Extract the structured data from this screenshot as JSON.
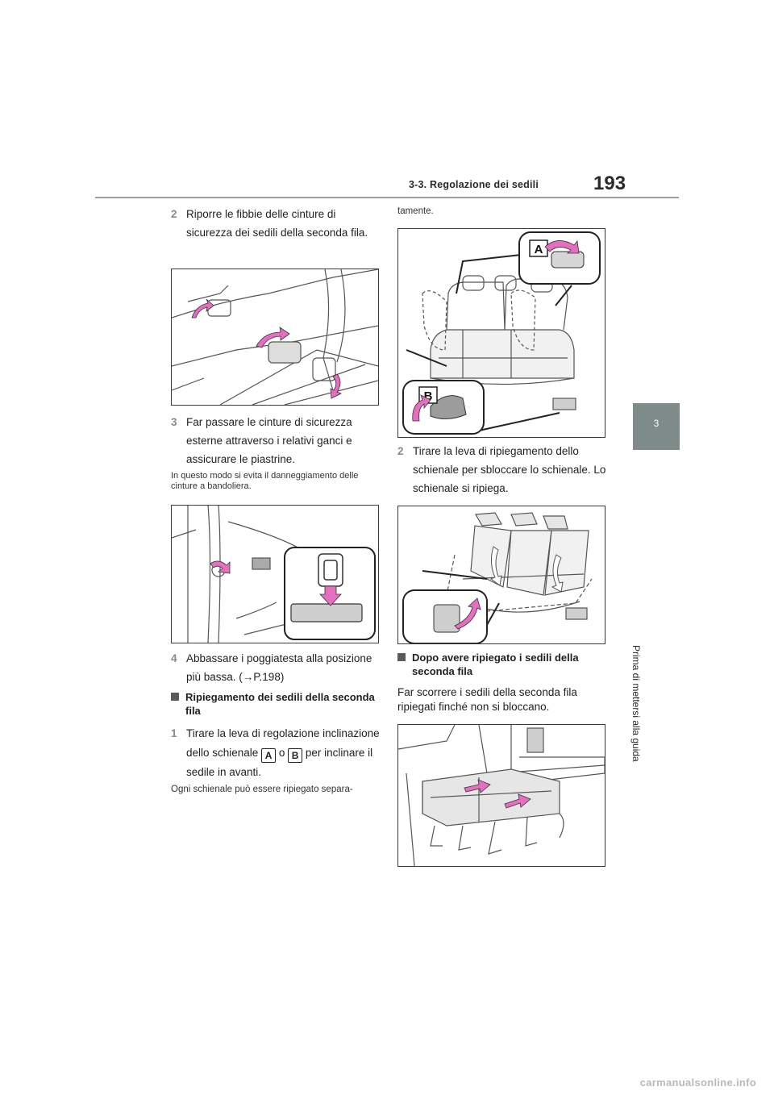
{
  "header": {
    "page_number": "193",
    "section": "3-3. Regolazione dei sedili",
    "tab_number": "3",
    "tab_label": "Prima di mettersi alla guida"
  },
  "left": {
    "step2": {
      "num": "2",
      "text": "Riporre le fibbie delle cinture di sicurezza dei sedili della seconda fila."
    },
    "step3": {
      "num": "3",
      "text": "Far passare le cinture di sicurezza esterne attraverso i relativi ganci e assicurare le piastrine."
    },
    "note3": "In questo modo si evita il danneggiamento delle cinture a bandoliera.",
    "step4": {
      "num": "4",
      "text": "Abbassare i poggiatesta alla posizione più bassa. (→P.198)"
    },
    "heading": "Ripiegamento dei sedili della seconda fila",
    "step1": {
      "num": "1",
      "before": "Tirare la leva di regolazione inclinazione dello schienale",
      "key_a": "A",
      "mid": "o",
      "key_b": "B",
      "after": "per inclinare il sedile in avanti."
    },
    "note1": "Ogni schienale può essere ripiegato separa-"
  },
  "right": {
    "note_cont": "tamente.",
    "fig_labels": {
      "a": "A",
      "b": "B"
    },
    "step2": {
      "num": "2",
      "text": "Tirare la leva di ripiegamento dello schienale per sbloccare lo schienale. Lo schienale si ripiega."
    },
    "heading": "Dopo avere ripiegato i sedili della seconda fila",
    "body": "Far scorrere i sedili della seconda fila ripiegati finché non si bloccano."
  },
  "footer": {
    "watermark": "carmanualsonline.info"
  },
  "colors": {
    "arrow_pink": "#e66ec0",
    "tab_gray": "#7e8b89",
    "rule_gray": "#9aa3a2"
  }
}
